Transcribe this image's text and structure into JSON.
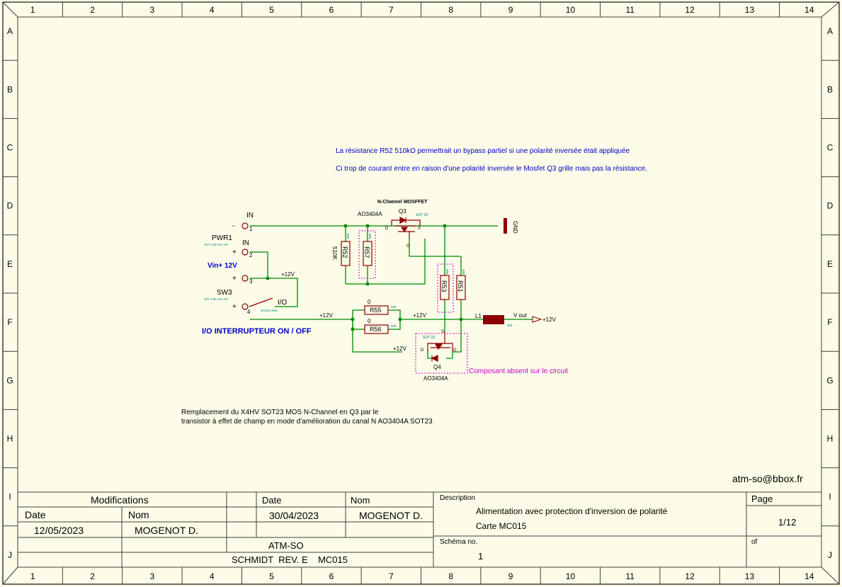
{
  "grid": {
    "columns": [
      "1",
      "2",
      "3",
      "4",
      "5",
      "6",
      "7",
      "8",
      "9",
      "10",
      "11",
      "12",
      "13",
      "14"
    ],
    "rows": [
      "A",
      "B",
      "C",
      "D",
      "E",
      "F",
      "G",
      "H",
      "I",
      "J"
    ]
  },
  "colors": {
    "paper": "#fcfce8",
    "frame": "#404040",
    "wire": "#008a00",
    "part": "#8b0000",
    "note_blue": "#0000c8",
    "highlight": "#c800c8",
    "small_text": "#008080"
  },
  "notes": {
    "line1": "La résistance R52 510kO permettrait un bypass partiel si une polarité inversée était appliquée",
    "line2": "Ci trop de courant entre en raison d'une polarité inversée le Mosfet Q3 grille mais pas la résistance.",
    "replace1": "Remplacement du X4HV SOT23 MOS N-Channel en Q3 par le",
    "replace2": "transistor à effet de champ en mode d'amélioration du canal N AO3404A SOT23",
    "absent": "Composant absent sur le circuit",
    "switch_title": "I/O INTERRUPTEUR ON / OFF",
    "vin": "Vin+ 12V",
    "email": "atm-so@bbox.fr"
  },
  "schematic": {
    "in1": "IN",
    "in2": "IN",
    "minus": "-",
    "plus": "+",
    "pin1": "1",
    "pin2": "2",
    "pin3": "3",
    "pin4": "4",
    "pwr1": "PWR1",
    "jst1": "JST 3.96 mm VH",
    "jst2": "JST 3.96 mm VH",
    "sw3": "SW3",
    "io": "I/O",
    "kcd": "KCD11 Red",
    "plus12_a": "+12V",
    "plus12_b": "+12V",
    "plus12_c": "+12V",
    "plus12_d": "+12V",
    "plus12_e": "+12V",
    "nchannel": "N-Channel MOSFFET",
    "ao_top": "AO3404A",
    "q3": "Q3",
    "sot_top": "SOT 23",
    "sot_bottom": "SOT 23",
    "d": "D",
    "s": "S",
    "g": "G",
    "gnd": "GND",
    "r52": "R52",
    "r52_val": "510K",
    "r57": "R57",
    "r53": "R53",
    "r51": "R51",
    "r55": "R55",
    "r56": "R56",
    "r55_val": "0",
    "r56_val": "0",
    "size_805": "805",
    "l1": "L1",
    "vout": "V out",
    "q4": "Q4",
    "ao_bottom": "AO3404A"
  },
  "title_block": {
    "modifications": "Modifications",
    "date_hdr": "Date",
    "nom_hdr": "Nom",
    "date_hdr2": "Date",
    "nom_hdr2": "Nom",
    "mod_date": "12/05/2023",
    "mod_nom": "MOGENOT D.",
    "date": "30/04/2023",
    "nom": "MOGENOT D.",
    "company": "ATM-SO",
    "ref": "SCHMIDT  REV. E    MC015",
    "description_label": "Description",
    "description1": "Alimentation avec protection d'inversion de polarité",
    "description2": "Carte MC015",
    "page_label": "Page",
    "page": "1/12",
    "schema_label": "Schéma no.",
    "schema": "1",
    "of_label": "of"
  }
}
